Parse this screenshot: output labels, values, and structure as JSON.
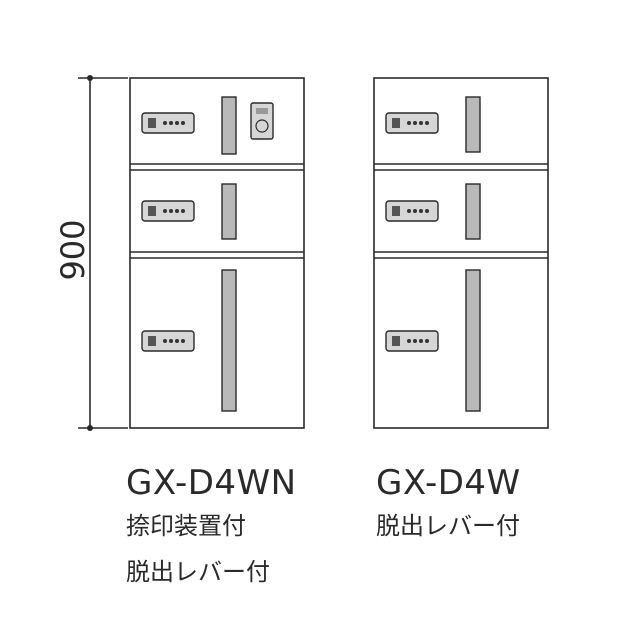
{
  "dimension": {
    "height_label": "900"
  },
  "units": [
    {
      "model": "GX-D4WN",
      "features": [
        "捺印装置付",
        "脱出レバー付"
      ]
    },
    {
      "model": "GX-D4W",
      "features": [
        "脱出レバー付"
      ]
    }
  ],
  "colors": {
    "line": "#2a2a2a",
    "slot_fill": "#b9b9b9",
    "lock_fill": "#d6d6d6"
  }
}
